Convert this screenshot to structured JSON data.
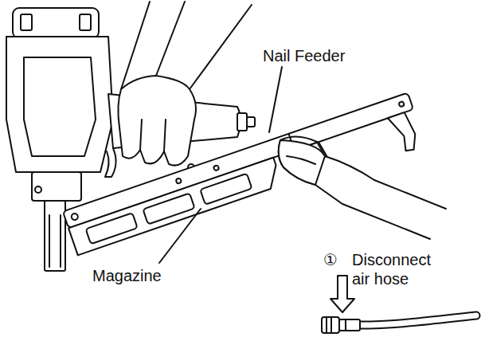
{
  "diagram": {
    "labels": [
      "Nail Feeder",
      "Magazine",
      "①",
      "Disconnect air hose"
    ]
  }
}
